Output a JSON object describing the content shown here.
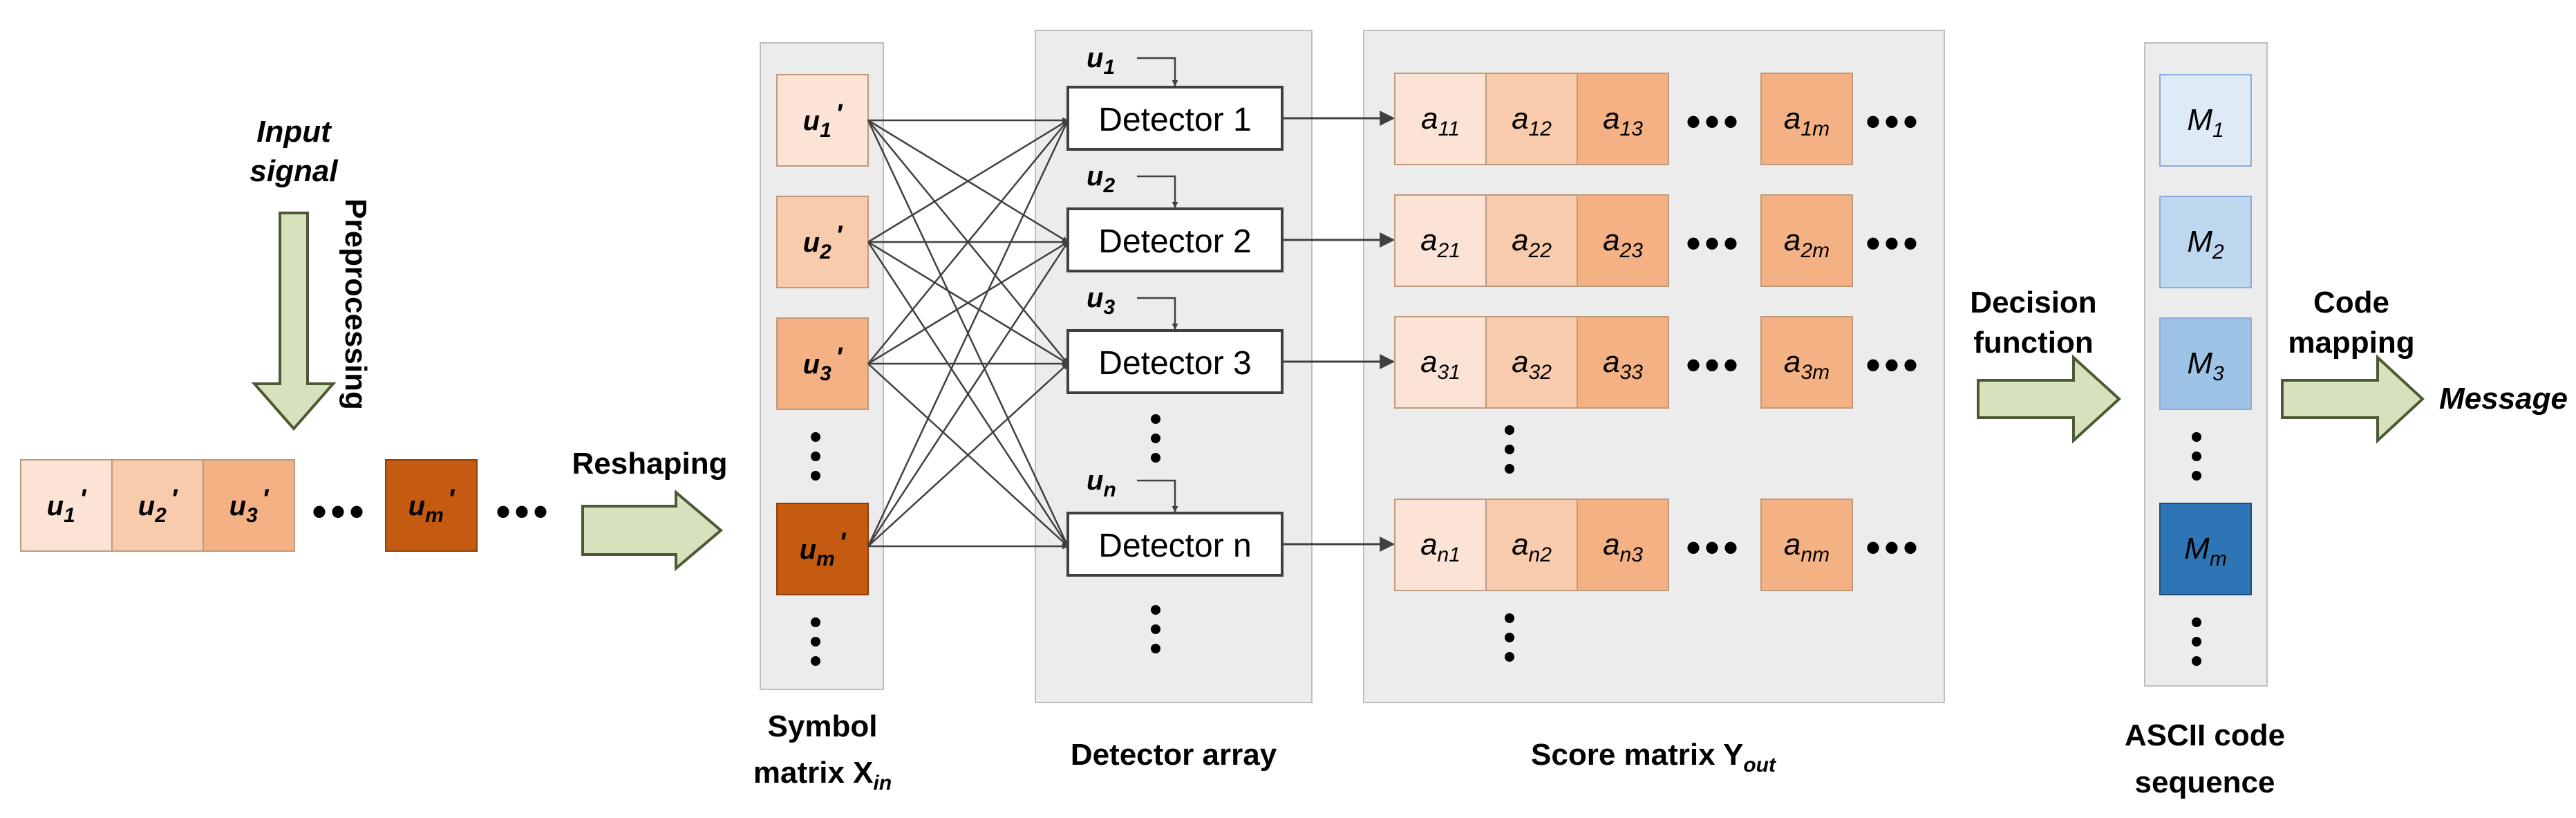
{
  "input_signal": {
    "line1": "Input",
    "line2": "signal"
  },
  "preprocessing": "Preprocessing",
  "input_sequence": {
    "cells": [
      {
        "base": "u",
        "sub": "1",
        "sup": "'",
        "color": "#fbe4d5"
      },
      {
        "base": "u",
        "sub": "2",
        "sup": "'",
        "color": "#f8cbad"
      },
      {
        "base": "u",
        "sub": "3",
        "sup": "'",
        "color": "#f4b183"
      }
    ],
    "last": {
      "base": "u",
      "sub": "m",
      "sup": "'",
      "color": "#c55a11"
    },
    "ellipsis": "•••"
  },
  "reshaping": "Reshaping",
  "symbol_matrix": {
    "label_line1": "Symbol",
    "label_line2": "matrix X",
    "label_sub": "in",
    "cells": [
      {
        "base": "u",
        "sub": "1",
        "sup": "'",
        "color": "#fbe4d5"
      },
      {
        "base": "u",
        "sub": "2",
        "sup": "'",
        "color": "#f8cbad"
      },
      {
        "base": "u",
        "sub": "3",
        "sup": "'",
        "color": "#f4b183"
      },
      {
        "base": "u",
        "sub": "m",
        "sup": "'",
        "color": "#c55a11"
      }
    ]
  },
  "detector_array": {
    "label": "Detector array",
    "detectors": [
      {
        "label": "Detector 1",
        "input": {
          "base": "u",
          "sub": "1"
        }
      },
      {
        "label": "Detector 2",
        "input": {
          "base": "u",
          "sub": "2"
        }
      },
      {
        "label": "Detector 3",
        "input": {
          "base": "u",
          "sub": "3"
        }
      },
      {
        "label": "Detector n",
        "input": {
          "base": "u",
          "sub": "n"
        }
      }
    ]
  },
  "score_matrix": {
    "label": "Score matrix Y",
    "label_sub": "out",
    "rows": [
      [
        "a",
        "11",
        "12",
        "13",
        "1m"
      ],
      [
        "a",
        "21",
        "22",
        "23",
        "2m"
      ],
      [
        "a",
        "31",
        "32",
        "33",
        "3m"
      ],
      [
        "a",
        "n1",
        "n2",
        "n3",
        "nm"
      ]
    ],
    "colors": [
      "#fbe4d5",
      "#f8cbad",
      "#f4b183",
      "#f4b183"
    ]
  },
  "decision_function": {
    "line1": "Decision",
    "line2": "function"
  },
  "ascii_sequence": {
    "label_line1": "ASCII code",
    "label_line2": "sequence",
    "cells": [
      {
        "base": "M",
        "sub": "1",
        "color": "#deebf7"
      },
      {
        "base": "M",
        "sub": "2",
        "color": "#bdd7ee"
      },
      {
        "base": "M",
        "sub": "3",
        "color": "#9dc3e6"
      },
      {
        "base": "M",
        "sub": "m",
        "color": "#2e75b6"
      }
    ]
  },
  "code_mapping": {
    "line1": "Code",
    "line2": "mapping"
  },
  "message": "Message",
  "colors": {
    "panel_fill": "#ececec",
    "panel_stroke": "#bfbfbf",
    "arrow_fill": "#d6e2bd",
    "arrow_stroke": "#4b5a35",
    "cell_stroke": "#bf9a7a",
    "line": "#404040"
  }
}
